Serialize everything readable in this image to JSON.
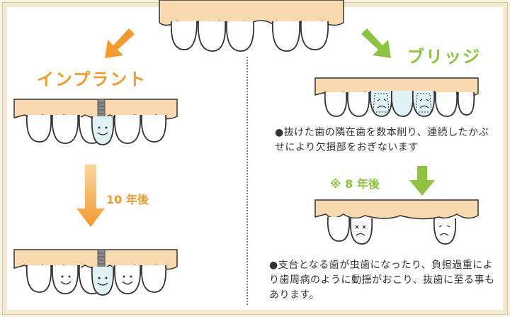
{
  "implant": {
    "title": "インプラント",
    "after_label": "10 年後"
  },
  "bridge": {
    "title": "ブリッジ",
    "description_1": "●抜けた歯の隣在歯を数本削り、連続したかぶせにより欠損部をおぎないます",
    "after_label": "※ 8 年後",
    "description_2": "●支台となる歯が虫歯になったり、負担過重により歯周病のように動揺がおこり、抜歯に至る事もあります。"
  },
  "colors": {
    "implant_accent": "#f29a2b",
    "bridge_accent": "#8fc23f",
    "gum": "#f8d9b0",
    "tooth_outline": "#333333",
    "implant_post": "#8a8a8a"
  }
}
